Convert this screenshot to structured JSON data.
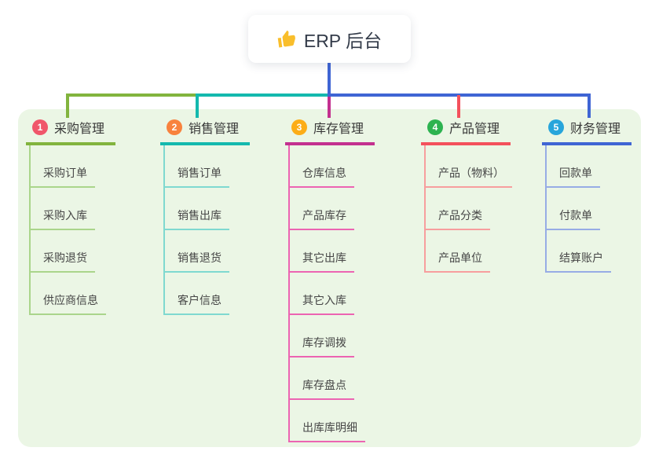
{
  "root": {
    "label": "ERP 后台",
    "icon": "thumbs-up-icon",
    "icon_color": "#F9BE2B",
    "stem_color": "#3F65D4"
  },
  "canvas": {
    "panel_bg": "#EBF6E5",
    "page_bg": "#FFFFFF"
  },
  "branches": [
    {
      "num": "1",
      "label": "采购管理",
      "badge_color": "#F0566A",
      "line_color": "#82B43E",
      "child_line_color": "#AAD58B",
      "children": [
        "采购订单",
        "采购入库",
        "采购退货",
        "供应商信息"
      ]
    },
    {
      "num": "2",
      "label": "销售管理",
      "badge_color": "#F8823D",
      "line_color": "#14B9AE",
      "child_line_color": "#7FD9D0",
      "children": [
        "销售订单",
        "销售出库",
        "销售退货",
        "客户信息"
      ]
    },
    {
      "num": "3",
      "label": "库存管理",
      "badge_color": "#FCAD17",
      "line_color": "#C3308F",
      "child_line_color": "#EC64B2",
      "children": [
        "仓库信息",
        "产品库存",
        "其它出库",
        "其它入库",
        "库存调拨",
        "库存盘点",
        "出库库明细"
      ]
    },
    {
      "num": "4",
      "label": "产品管理",
      "badge_color": "#2DB350",
      "line_color": "#F4515C",
      "child_line_color": "#F79E9E",
      "children": [
        "产品（物料）",
        "产品分类",
        "产品单位"
      ]
    },
    {
      "num": "5",
      "label": "财务管理",
      "badge_color": "#27A5DB",
      "line_color": "#3F65D4",
      "child_line_color": "#97ACE5",
      "children": [
        "回款单",
        "付款单",
        "结算账户"
      ]
    }
  ]
}
